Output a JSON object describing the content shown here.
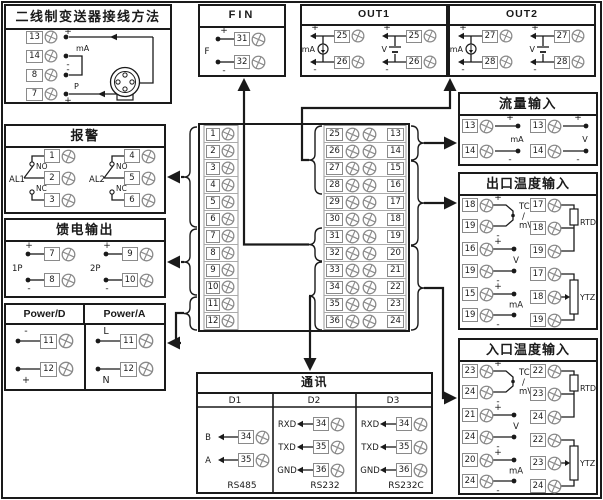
{
  "colors": {
    "ink": "#1a1a1a",
    "terminal_outline": "#8a8a8a"
  },
  "boxes": {
    "transmitter": {
      "title": "二线制变送器接线方法",
      "rows": [
        {
          "num": "13",
          "sign": "+"
        },
        {
          "num": "14",
          "sign": "-"
        },
        {
          "num": "8",
          "sign": "-"
        },
        {
          "num": "7",
          "sign": "+"
        }
      ],
      "pair_labels": [
        "mA",
        "P"
      ]
    },
    "alarm": {
      "title": "报警",
      "groups": [
        {
          "label": "AL1",
          "no_label": "NO",
          "nc_label": "NC",
          "terminals": [
            "1",
            "2",
            "3"
          ]
        },
        {
          "label": "AL2",
          "no_label": "NO",
          "nc_label": "NC",
          "terminals": [
            "4",
            "5",
            "6"
          ]
        }
      ]
    },
    "feed": {
      "title": "馈电输出",
      "groups": [
        {
          "label": "1P",
          "plus": "+",
          "minus": "-",
          "terminals": [
            "7",
            "8"
          ]
        },
        {
          "label": "2P",
          "plus": "+",
          "minus": "-",
          "terminals": [
            "9",
            "10"
          ]
        }
      ]
    },
    "power": {
      "columns": [
        {
          "title": "Power/D",
          "rows": [
            {
              "sign": "-",
              "num": "11"
            },
            {
              "sign": "+",
              "num": "12"
            }
          ]
        },
        {
          "title": "Power/A",
          "rows": [
            {
              "sign": "L",
              "num": "11"
            },
            {
              "sign": "N",
              "num": "12"
            }
          ]
        }
      ]
    },
    "fin": {
      "title": "FIN",
      "label": "F",
      "rows": [
        {
          "sign": "+",
          "num": "31"
        },
        {
          "sign": "-",
          "num": "32"
        }
      ]
    },
    "out1": {
      "title": "OUT1",
      "groups": [
        {
          "label": "mA",
          "symbol": "current-source-icon",
          "plus": "+",
          "minus": "-",
          "terminals": [
            "25",
            "26"
          ]
        },
        {
          "label": "V",
          "symbol": "battery-icon",
          "plus": "+",
          "minus": "-",
          "terminals": [
            "25",
            "26"
          ]
        }
      ]
    },
    "out2": {
      "title": "OUT2",
      "groups": [
        {
          "label": "mA",
          "symbol": "current-source-icon",
          "plus": "+",
          "minus": "-",
          "terminals": [
            "27",
            "28"
          ]
        },
        {
          "label": "V",
          "symbol": "battery-icon",
          "plus": "+",
          "minus": "-",
          "terminals": [
            "27",
            "28"
          ]
        }
      ]
    },
    "flow": {
      "title": "流量输入",
      "groups": [
        {
          "label": "mA",
          "plus": "+",
          "minus": "-",
          "terminals": [
            "13",
            "14"
          ]
        },
        {
          "label": "V",
          "plus": "+",
          "minus": "-",
          "terminals": [
            "13",
            "14"
          ]
        }
      ]
    },
    "outlet_temp": {
      "title": "出口温度输入",
      "left_groups": [
        {
          "label_lines": [
            "TC",
            "/",
            "mV"
          ],
          "plus": "+",
          "minus": "-",
          "terminals": [
            "18",
            "19"
          ]
        },
        {
          "label": "V",
          "plus": "+",
          "minus": "-",
          "terminals": [
            "16",
            "19"
          ]
        },
        {
          "label": "mA",
          "plus": "+",
          "minus": "-",
          "terminals": [
            "15",
            "19"
          ]
        }
      ],
      "right_groups": [
        {
          "label": "RTD",
          "terminals": [
            "17",
            "18",
            "19"
          ]
        },
        {
          "label": "YTZ",
          "terminals": [
            "17",
            "18",
            "19"
          ]
        }
      ]
    },
    "inlet_temp": {
      "title": "入口温度输入",
      "left_groups": [
        {
          "label_lines": [
            "TC",
            "/",
            "mV"
          ],
          "plus": "+",
          "minus": "-",
          "terminals": [
            "23",
            "24"
          ]
        },
        {
          "label": "V",
          "plus": "+",
          "minus": "-",
          "terminals": [
            "21",
            "24"
          ]
        },
        {
          "label": "mA",
          "plus": "+",
          "minus": "-",
          "terminals": [
            "20",
            "24"
          ]
        }
      ],
      "right_groups": [
        {
          "label": "RTD",
          "terminals": [
            "22",
            "23",
            "24"
          ]
        },
        {
          "label": "YTZ",
          "terminals": [
            "22",
            "23",
            "24"
          ]
        }
      ]
    },
    "comm": {
      "title": "通讯",
      "columns": [
        {
          "header": "D1",
          "footer": "RS485",
          "rows": [
            {
              "label": "B",
              "num": "34"
            },
            {
              "label": "A",
              "num": "35"
            }
          ]
        },
        {
          "header": "D2",
          "footer": "RS232",
          "rows": [
            {
              "label": "RXD",
              "num": "34"
            },
            {
              "label": "TXD",
              "num": "35"
            },
            {
              "label": "GND",
              "num": "36"
            }
          ]
        },
        {
          "header": "D3",
          "footer": "RS232C",
          "rows": [
            {
              "label": "RXD",
              "num": "34"
            },
            {
              "label": "TXD",
              "num": "35"
            },
            {
              "label": "GND",
              "num": "36"
            }
          ]
        }
      ]
    }
  },
  "main_panel": {
    "left_terminals": [
      "1",
      "2",
      "3",
      "4",
      "5",
      "6",
      "7",
      "8",
      "9",
      "10",
      "11",
      "12"
    ],
    "right_left_terminals": [
      "25",
      "26",
      "27",
      "28",
      "29",
      "30",
      "31",
      "32",
      "33",
      "34",
      "35",
      "36"
    ],
    "right_right_terminals": [
      "13",
      "14",
      "15",
      "16",
      "17",
      "18",
      "19",
      "20",
      "21",
      "22",
      "23",
      "24"
    ]
  }
}
